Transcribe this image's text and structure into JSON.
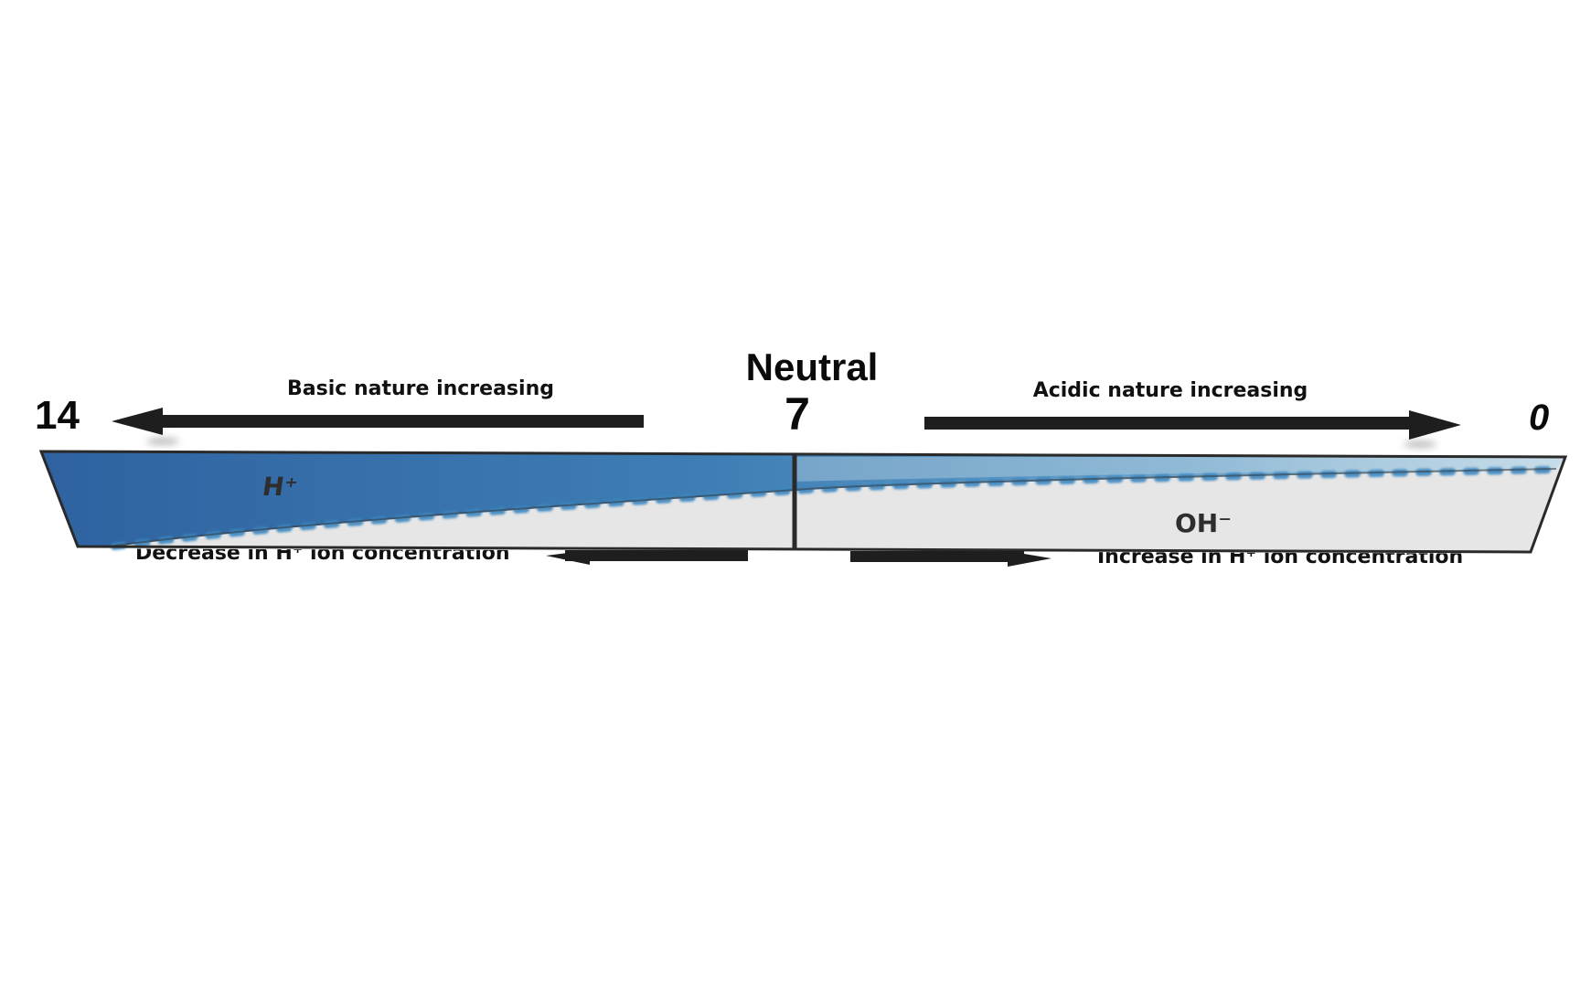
{
  "labels": {
    "neutral": "Neutral",
    "ph_left": "14",
    "ph_center": "7",
    "ph_right": "0",
    "basic": "Basic nature increasing",
    "acidic": "Acidic nature increasing",
    "decrease": "Decrease in H⁺ ion concentration",
    "increase": "Increase in H⁺ ion concentration",
    "h_ion": "H⁺",
    "oh_ion": "OH⁻"
  },
  "colors": {
    "blue_dark": "#2f65a0",
    "blue_mid": "#4a86b8",
    "blue_light": "#b9d3e3",
    "grey_fill": "#e6e6e6",
    "outline": "#2a2a2a",
    "arrow": "#1e1e1e",
    "dots": "#3a86c0"
  }
}
